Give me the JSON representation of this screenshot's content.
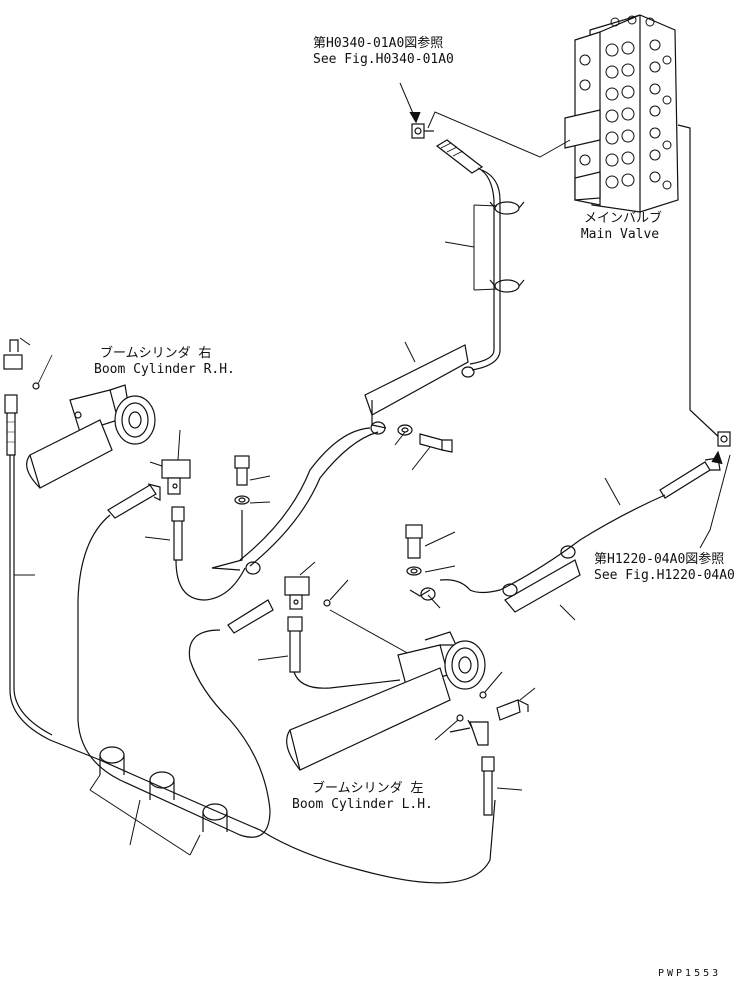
{
  "labels": {
    "ref_top_jp": "第H0340-01A0図参照",
    "ref_top_en": "See Fig.H0340-01A0",
    "main_valve_jp": "メインバルブ",
    "main_valve_en": "Main Valve",
    "boom_rh_jp": "ブームシリンダ 右",
    "boom_rh_en": "Boom Cylinder R.H.",
    "boom_lh_jp": "ブームシリンダ 左",
    "boom_lh_en": "Boom Cylinder L.H.",
    "ref_right_jp": "第H1220-04A0図参照",
    "ref_right_en": "See Fig.H1220-04A0",
    "drawing_code": "PWP1553"
  }
}
